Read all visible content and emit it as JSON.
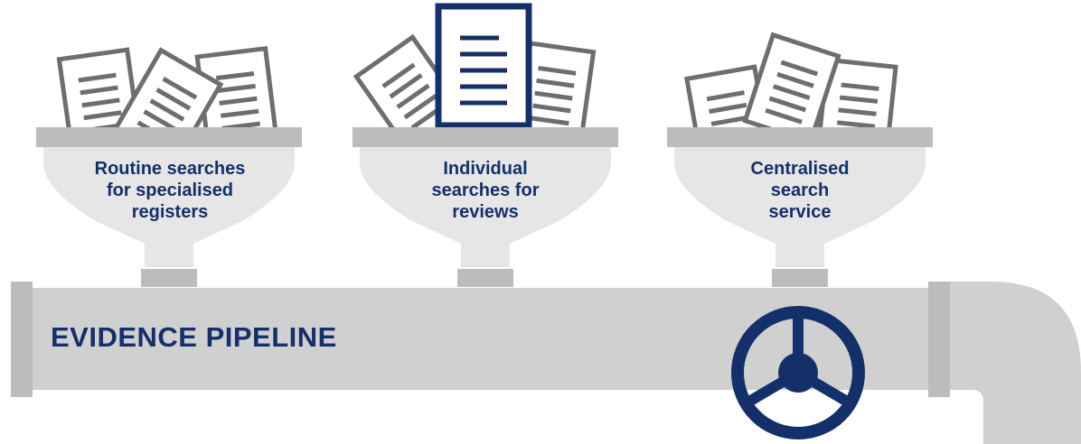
{
  "pipeline": {
    "title": "EVIDENCE PIPELINE",
    "pipe_color": "#d0d0d1",
    "flange_color": "#bcbcbd",
    "valve_color": "#14306a",
    "valve_icon": "valve-wheel-icon"
  },
  "funnels": [
    {
      "label": "Routine searches\nfor specialised\nregisters",
      "icon": "document-stack-icon"
    },
    {
      "label": "Individual\nsearches for\nreviews",
      "icon": "highlighted-document-icon"
    },
    {
      "label": "Centralised\nsearch\nservice",
      "icon": "document-stack-icon"
    }
  ],
  "colors": {
    "navy": "#14306a",
    "funnel_body": "#e6e6e7",
    "funnel_rim": "#bcbcbd",
    "document_outline": "#6e6e6e"
  }
}
